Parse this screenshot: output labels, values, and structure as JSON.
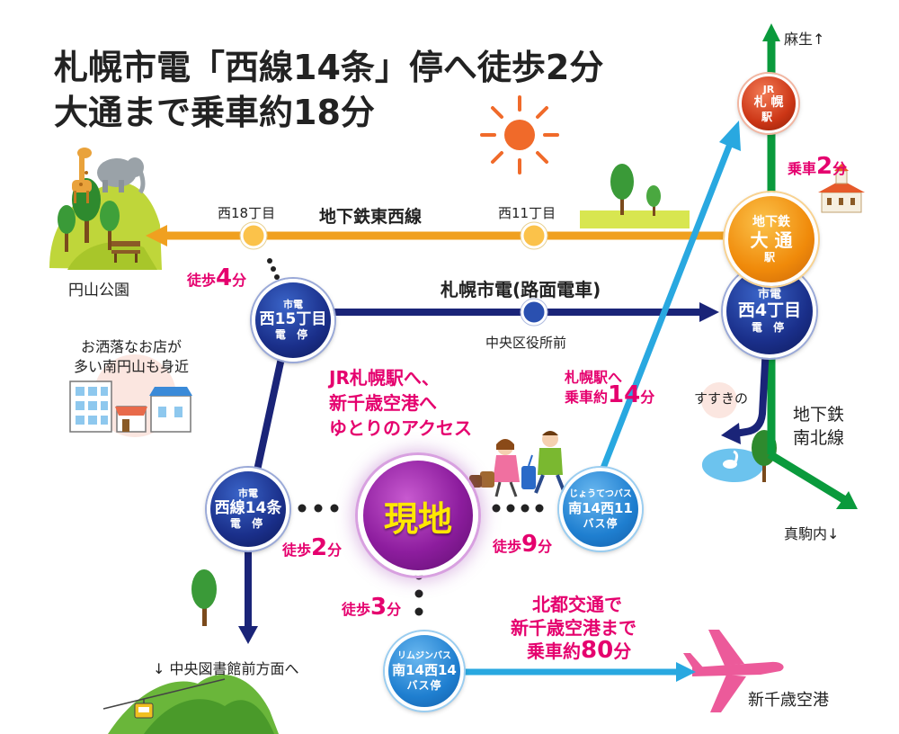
{
  "title": {
    "line1": "札幌市電「西線14条」停へ徒歩2分",
    "line2": "大通まで乗車約18分"
  },
  "colors": {
    "tozai_line": "#f0a020",
    "tram_line": "#1a2478",
    "nanboku_line": "#0a9a3c",
    "bus_line": "#29a8e0",
    "accent": "#e5006e",
    "current": "#8d1d9e"
  },
  "lines": {
    "tozai": "地下鉄東西線",
    "tram": "札幌市電(路面電車)",
    "nanboku_1": "地下鉄",
    "nanboku_2": "南北線"
  },
  "stations": {
    "nishi18": "西18丁目",
    "nishi11": "西11丁目",
    "chuoku": "中央区役所前"
  },
  "nodes": {
    "jr_sapporo": {
      "l1": "JR",
      "l2": "札 幌",
      "l3": "駅"
    },
    "odori": {
      "l1": "地下鉄",
      "l2": "大 通",
      "l3": "駅"
    },
    "nishi4": {
      "l1": "市電",
      "l2": "西4丁目",
      "l3": "電 停"
    },
    "nishi15": {
      "l1": "市電",
      "l2": "西15丁目",
      "l3": "電 停"
    },
    "nishisen14": {
      "l1": "市電",
      "l2": "西線14条",
      "l3": "電 停"
    },
    "current": "現地",
    "jotetsu_bus": {
      "l1": "じょうてつバス",
      "l2": "南14西11",
      "l3": "バス停"
    },
    "limousine_bus": {
      "l1": "リムジンバス",
      "l2": "南14西14",
      "l3": "バス停"
    }
  },
  "places": {
    "asabu": "麻生↑",
    "makomanai": "真駒内↓",
    "maruyama": "円山公園",
    "susukino": "すすきの",
    "library": "↓ 中央図書館前方面へ",
    "airport": "新千歳空港",
    "shop_1": "お洒落なお店が",
    "shop_2": "多い南円山も身近"
  },
  "walk": {
    "to_nishi15": {
      "pre": "徒歩",
      "num": "4",
      "post": "分"
    },
    "to_nishisen14": {
      "pre": "徒歩",
      "num": "2",
      "post": "分"
    },
    "to_jotetsu": {
      "pre": "徒歩",
      "num": "9",
      "post": "分"
    },
    "to_limousine": {
      "pre": "徒歩",
      "num": "3",
      "post": "分"
    }
  },
  "rides": {
    "jr_odori": {
      "pre": "乗車",
      "num": "2",
      "post": "分"
    },
    "bus_sapporo_1": "札幌駅へ",
    "bus_sapporo_2": {
      "pre": "乗車約",
      "num": "14",
      "post": "分"
    },
    "airport_1": "北都交通で",
    "airport_2": "新千歳空港まで",
    "airport_3": {
      "pre": "乗車約",
      "num": "80",
      "post": "分"
    }
  },
  "access": {
    "line1": "JR札幌駅へ、",
    "line2": "新千歳空港へ",
    "line3": "ゆとりのアクセス"
  }
}
